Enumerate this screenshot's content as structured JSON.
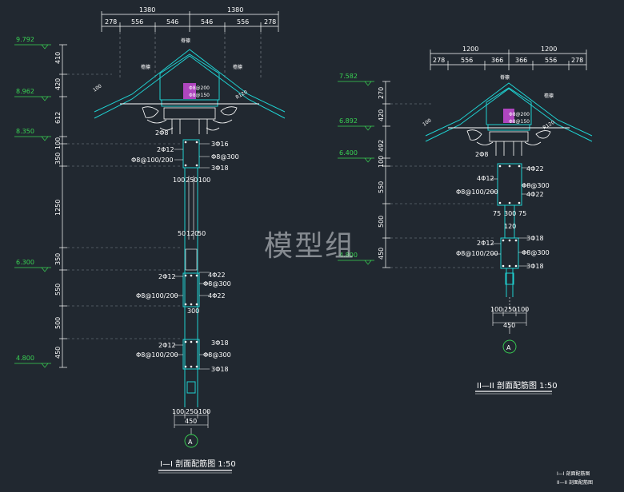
{
  "watermark": "模型组",
  "section1": {
    "title": "I—I 剖面配筋图 1:50",
    "top_dims_total": [
      "1380",
      "1380"
    ],
    "top_dims_parts": [
      "278",
      "556",
      "546",
      "546",
      "556",
      "278"
    ],
    "elevations": [
      "9.792",
      "8.962",
      "8.350",
      "6.300",
      "4.800"
    ],
    "vertical_dims": [
      "410",
      "420",
      "612",
      "100",
      "350",
      "1250",
      "350",
      "550",
      "500",
      "450"
    ],
    "roof_labels": [
      "脊檩",
      "檐檩",
      "檐檩"
    ],
    "roof_misc": [
      "100",
      "R120",
      "Φ8@200",
      "Φ8@150",
      "2Φ8"
    ],
    "rebar_labels": [
      "3Φ16",
      "Φ8@300",
      "3Φ18",
      "2Φ12",
      "Φ8@100/200",
      "4Φ22",
      "Φ8@300",
      "4Φ22",
      "Φ8@100/200",
      "2Φ12",
      "Φ8@100/200",
      "Φ8@300",
      "3Φ18",
      "3Φ18",
      "2Φ12"
    ],
    "mid_dims": [
      "100",
      "250",
      "100",
      "50",
      "120",
      "50",
      "300"
    ],
    "bottom_dims": [
      "100",
      "250",
      "100",
      "450"
    ],
    "axis": "A"
  },
  "section2": {
    "title": "II—II 剖面配筋图 1:50",
    "top_dims_total": [
      "1200",
      "1200"
    ],
    "top_dims_parts": [
      "278",
      "556",
      "366",
      "366",
      "556",
      "278"
    ],
    "elevations": [
      "7.582",
      "6.892",
      "6.400",
      "4.800"
    ],
    "vertical_dims": [
      "270",
      "420",
      "492",
      "100",
      "550",
      "500",
      "450"
    ],
    "roof_labels": [
      "脊檩",
      "檐檩"
    ],
    "roof_misc": [
      "100",
      "R120",
      "Φ8@200",
      "Φ8@150",
      "2Φ8"
    ],
    "rebar_labels": [
      "4Φ12",
      "Φ8@100/200",
      "4Φ22",
      "Φ8@300",
      "4Φ22",
      "2Φ12",
      "Φ8@100/200",
      "3Φ18",
      "Φ8@300",
      "3Φ18"
    ],
    "mid_dims": [
      "75",
      "300",
      "75",
      "120"
    ],
    "bottom_dims": [
      "100",
      "250",
      "100",
      "450"
    ],
    "axis": "A"
  },
  "legend": [
    "I—I 剖面配筋图",
    "II—II 剖面配筋图"
  ],
  "colors": {
    "bg": "#212830",
    "line": "#ffffff",
    "level": "#39d353",
    "concrete": "#1fd1d1",
    "rebar": "#ff4040",
    "hatch": "#c84bd8"
  }
}
